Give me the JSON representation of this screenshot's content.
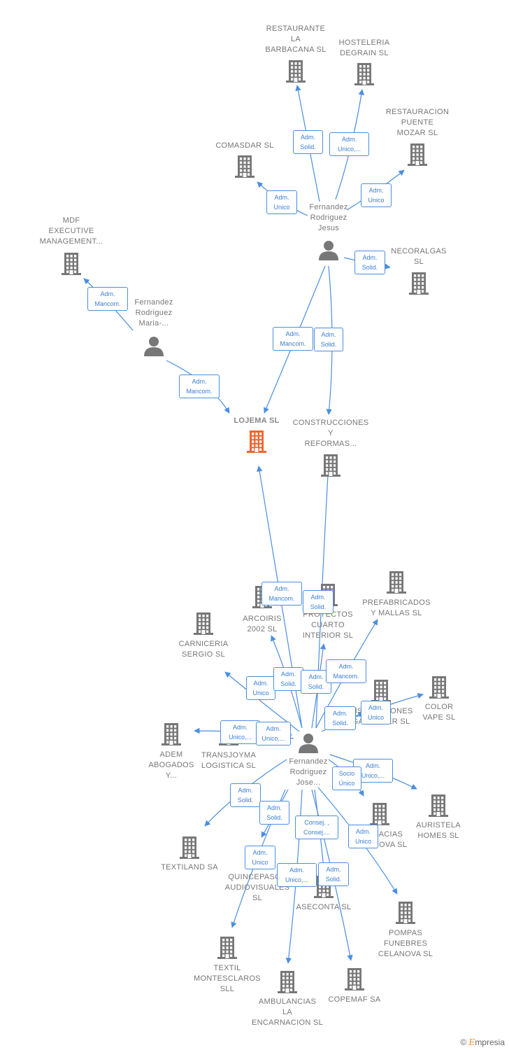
{
  "colors": {
    "edge": "#4a8fe0",
    "node": "#777777",
    "center": "#f0652f"
  },
  "nodes": [
    {
      "id": "lojema",
      "label": "LOJEMA  SL",
      "type": "company",
      "center": true
    },
    {
      "id": "rest_barbacana",
      "label": "RESTAURANTE\nLA\nBARBACANA SL",
      "type": "company"
    },
    {
      "id": "hosteleria",
      "label": "HOSTELERIA\nDEGRAIN SL",
      "type": "company"
    },
    {
      "id": "restauracion",
      "label": "RESTAURACION\nPUENTE\nMOZAR  SL",
      "type": "company"
    },
    {
      "id": "comasdar",
      "label": "COMASDAR  SL",
      "type": "company"
    },
    {
      "id": "fr_jesus",
      "label": "Fernandez\nRodriguez\nJesus",
      "type": "person"
    },
    {
      "id": "necoralgas",
      "label": "NECORALGAS\nSL",
      "type": "company"
    },
    {
      "id": "mdf",
      "label": "MDF\nEXECUTIVE\nMANAGEMENT...",
      "type": "company"
    },
    {
      "id": "fr_maria",
      "label": "Fernandez\nRodriguez\nMaria-...",
      "type": "person"
    },
    {
      "id": "construcciones",
      "label": "CONSTRUCCIONES\nY\nREFORMAS...",
      "type": "company"
    },
    {
      "id": "arcoiris",
      "label": "ARCOIRIS\n2002  SL",
      "type": "company"
    },
    {
      "id": "proyectos",
      "label": "PROYECTOS\nCUARTO\nINTERIOR  SL",
      "type": "company"
    },
    {
      "id": "prefabricados",
      "label": "PREFABRICADOS\nY MALLAS  SL",
      "type": "company"
    },
    {
      "id": "carniceria",
      "label": "CARNICERIA\nSERGIO  SL",
      "type": "company"
    },
    {
      "id": "garrover",
      "label": "INSTALACIONES\nGARROVER  SL",
      "type": "company"
    },
    {
      "id": "color_vape",
      "label": "COLOR\nVAPE  SL",
      "type": "company"
    },
    {
      "id": "adem",
      "label": "ADEM\nABOGADOS\nY...",
      "type": "company"
    },
    {
      "id": "transjoyma",
      "label": "TRANSJOYMA\nLOGISTICA SL",
      "type": "company"
    },
    {
      "id": "fr_jose",
      "label": "Fernandez\nRodriguez\nJose...",
      "type": "person"
    },
    {
      "id": "farmacias",
      "label": "FARMACIAS\nCELANOVA  SL",
      "type": "company"
    },
    {
      "id": "auristela",
      "label": "AURISTELA\nHOMES  SL",
      "type": "company"
    },
    {
      "id": "textiland",
      "label": "TEXTILAND SA",
      "type": "company"
    },
    {
      "id": "quincepasos",
      "label": "QUINCEPASOS\nAUDIOVISUALES\nSL",
      "type": "company"
    },
    {
      "id": "aseconta",
      "label": "ASECONTA SL",
      "type": "company"
    },
    {
      "id": "pompas",
      "label": "POMPAS\nFUNEBRES\nCELANOVA SL",
      "type": "company"
    },
    {
      "id": "textil_mont",
      "label": "TEXTIL\nMONTESCLAROS\nSLL",
      "type": "company"
    },
    {
      "id": "ambulancias",
      "label": "AMBULANCIAS\nLA\nENCARNACION SL",
      "type": "company"
    },
    {
      "id": "copemaf",
      "label": "COPEMAF SA",
      "type": "company"
    }
  ],
  "relations": [
    {
      "label": "Adm.\nSolid."
    },
    {
      "label": "Adm.\nUnico,..."
    },
    {
      "label": "Adm.\nUnico"
    },
    {
      "label": "Adm.\nUnico"
    },
    {
      "label": "Adm.\nSolid."
    },
    {
      "label": "Adm.\nMancom."
    },
    {
      "label": "Adm.\nSolid."
    },
    {
      "label": "Adm.\nMancom."
    },
    {
      "label": "Adm.\nMancom."
    },
    {
      "label": "Adm.\nMancom."
    },
    {
      "label": "Adm.\nSolid."
    },
    {
      "label": "Adm.\nUnico"
    },
    {
      "label": "Adm.\nSolid."
    },
    {
      "label": "Adm.\nSolid."
    },
    {
      "label": "Adm.\nMancom."
    },
    {
      "label": "Adm.\nSolid."
    },
    {
      "label": "Adm.\nUnico"
    },
    {
      "label": "Adm.\nUnico,..."
    },
    {
      "label": "Adm.\nUnico,..."
    },
    {
      "label": "Adm.\nUnico,..."
    },
    {
      "label": "Socio\nÚnico"
    },
    {
      "label": "Adm.\nSolid."
    },
    {
      "label": "Adm.\nSolid."
    },
    {
      "label": "Consej. ,\nConsej...."
    },
    {
      "label": "Adm.\nUnico"
    },
    {
      "label": "Adm.\nUnico"
    },
    {
      "label": "Adm.\nUnico,..."
    },
    {
      "label": "Adm.\nSolid."
    }
  ],
  "credits": {
    "copyright": "©",
    "brand_initial": "E",
    "brand_rest": "mpresia"
  }
}
